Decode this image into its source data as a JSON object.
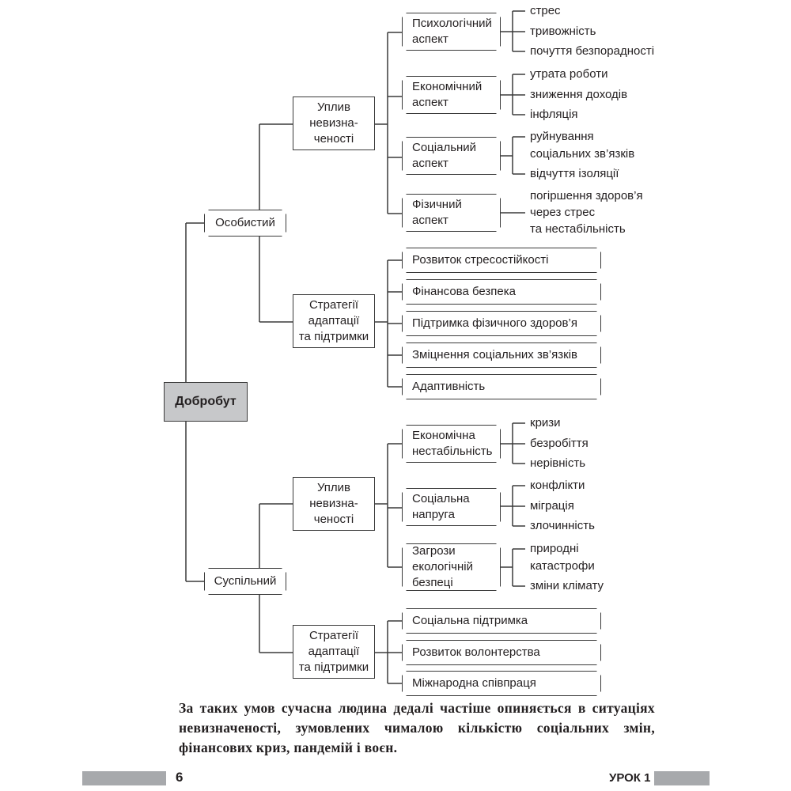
{
  "diagram": {
    "root": "Добробут",
    "personal": {
      "label": "Особистий",
      "impact_label": "Уплив невизна-ченості",
      "impact_lines": [
        "Уплив",
        "невизна-",
        "ченості"
      ],
      "aspects": [
        {
          "title_lines": [
            "Психологічний",
            "аспект"
          ],
          "items": [
            "стрес",
            "тривожність",
            "почуття безпорадності"
          ]
        },
        {
          "title_lines": [
            "Економічний",
            "аспект"
          ],
          "items": [
            "утрата роботи",
            "зниження доходів",
            "інфляція"
          ]
        },
        {
          "title_lines": [
            "Соціальний",
            "аспект"
          ],
          "items": [
            "руйнування",
            "соціальних зв’язків",
            "відчуття ізоляції"
          ]
        },
        {
          "title_lines": [
            "Фізичний",
            "аспект"
          ],
          "items": [
            "погіршення здоров’я",
            "через стрес",
            "та нестабільність"
          ]
        }
      ],
      "strategy_lines": [
        "Стратегії",
        "адаптації",
        "та підтримки"
      ],
      "strategies": [
        "Розвиток стресостійкості",
        "Фінансова безпека",
        "Підтримка фізичного здоров’я",
        "Зміцнення соціальних зв’язків",
        "Адаптивність"
      ]
    },
    "social": {
      "label": "Суспільний",
      "impact_lines": [
        "Уплив",
        "невизна-",
        "ченості"
      ],
      "aspects": [
        {
          "title_lines": [
            "Економічна",
            "нестабільність"
          ],
          "items": [
            "кризи",
            "безробіття",
            "нерівність"
          ]
        },
        {
          "title_lines": [
            "Соціальна",
            "напруга"
          ],
          "items": [
            "конфлікти",
            "міграція",
            "злочинність"
          ]
        },
        {
          "title_lines": [
            "Загрози",
            "екологічній",
            "безпеці"
          ],
          "items": [
            "природні",
            "катастрофи",
            "зміни клімату"
          ]
        }
      ],
      "strategy_lines": [
        "Стратегії",
        "адаптації",
        "та підтримки"
      ],
      "strategies": [
        "Соціальна підтримка",
        "Розвиток волонтерства",
        "Міжнародна співпраця"
      ]
    }
  },
  "body_text": "За таких умов сучасна людина дедалі частіше опиняється в ситуаціях невизначеності, зумовлених чималою кількістю соціальних змін, фінансових криз, пандемій і воєн.",
  "footer": {
    "page_number": "6",
    "lesson": "УРОК 1"
  },
  "colors": {
    "root_fill": "#c7c8ca",
    "line": "#3a3a3a",
    "footer_bar": "#a7a9ac"
  }
}
